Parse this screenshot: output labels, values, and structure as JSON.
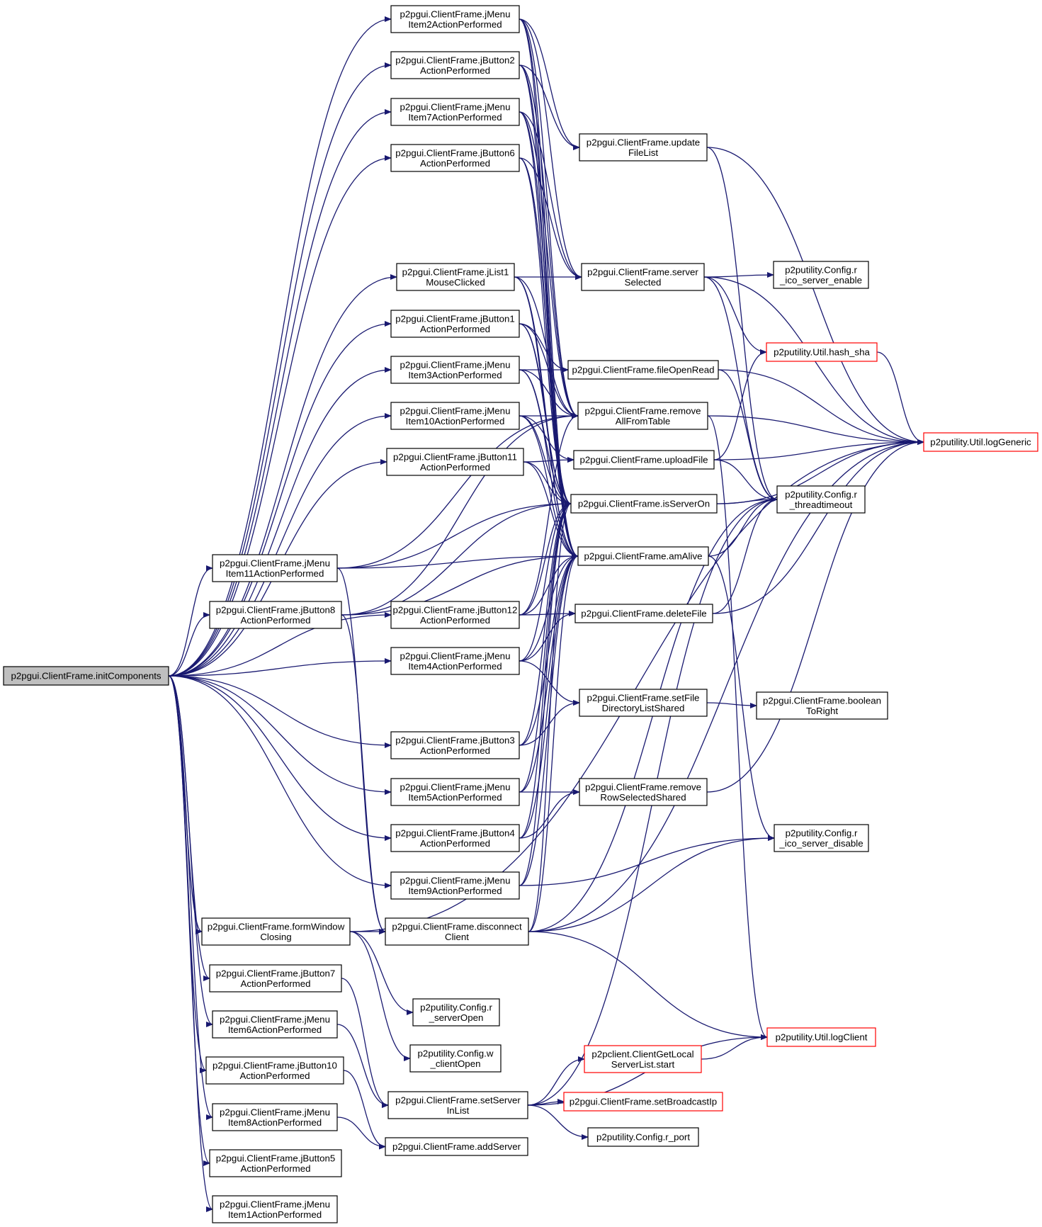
{
  "diagram": {
    "colors": {
      "edge": "#191970",
      "node_border": "#000000",
      "truncated_border": "#ff0000",
      "root_fill": "#bfbfbf"
    },
    "nodes": [
      {
        "id": "root",
        "lines": [
          "p2pgui.ClientFrame.initComponents"
        ],
        "kind": "root"
      },
      {
        "id": "mi2",
        "lines": [
          "p2pgui.ClientFrame.jMenu",
          "Item2ActionPerformed"
        ]
      },
      {
        "id": "b2",
        "lines": [
          "p2pgui.ClientFrame.jButton2",
          "ActionPerformed"
        ]
      },
      {
        "id": "mi7",
        "lines": [
          "p2pgui.ClientFrame.jMenu",
          "Item7ActionPerformed"
        ]
      },
      {
        "id": "b6",
        "lines": [
          "p2pgui.ClientFrame.jButton6",
          "ActionPerformed"
        ]
      },
      {
        "id": "jl1",
        "lines": [
          "p2pgui.ClientFrame.jList1",
          "MouseClicked"
        ]
      },
      {
        "id": "b1",
        "lines": [
          "p2pgui.ClientFrame.jButton1",
          "ActionPerformed"
        ]
      },
      {
        "id": "mi3",
        "lines": [
          "p2pgui.ClientFrame.jMenu",
          "Item3ActionPerformed"
        ]
      },
      {
        "id": "mi10",
        "lines": [
          "p2pgui.ClientFrame.jMenu",
          "Item10ActionPerformed"
        ]
      },
      {
        "id": "b11",
        "lines": [
          "p2pgui.ClientFrame.jButton11",
          "ActionPerformed"
        ]
      },
      {
        "id": "mi11",
        "lines": [
          "p2pgui.ClientFrame.jMenu",
          "Item11ActionPerformed"
        ]
      },
      {
        "id": "b8",
        "lines": [
          "p2pgui.ClientFrame.jButton8",
          "ActionPerformed"
        ]
      },
      {
        "id": "b12",
        "lines": [
          "p2pgui.ClientFrame.jButton12",
          "ActionPerformed"
        ]
      },
      {
        "id": "mi4",
        "lines": [
          "p2pgui.ClientFrame.jMenu",
          "Item4ActionPerformed"
        ]
      },
      {
        "id": "b3",
        "lines": [
          "p2pgui.ClientFrame.jButton3",
          "ActionPerformed"
        ]
      },
      {
        "id": "mi5",
        "lines": [
          "p2pgui.ClientFrame.jMenu",
          "Item5ActionPerformed"
        ]
      },
      {
        "id": "b4",
        "lines": [
          "p2pgui.ClientFrame.jButton4",
          "ActionPerformed"
        ]
      },
      {
        "id": "mi9",
        "lines": [
          "p2pgui.ClientFrame.jMenu",
          "Item9ActionPerformed"
        ]
      },
      {
        "id": "fwc",
        "lines": [
          "p2pgui.ClientFrame.formWindow",
          "Closing"
        ]
      },
      {
        "id": "dc",
        "lines": [
          "p2pgui.ClientFrame.disconnect",
          "Client"
        ]
      },
      {
        "id": "b7",
        "lines": [
          "p2pgui.ClientFrame.jButton7",
          "ActionPerformed"
        ]
      },
      {
        "id": "mi6",
        "lines": [
          "p2pgui.ClientFrame.jMenu",
          "Item6ActionPerformed"
        ]
      },
      {
        "id": "b10",
        "lines": [
          "p2pgui.ClientFrame.jButton10",
          "ActionPerformed"
        ]
      },
      {
        "id": "mi8",
        "lines": [
          "p2pgui.ClientFrame.jMenu",
          "Item8ActionPerformed"
        ]
      },
      {
        "id": "b5",
        "lines": [
          "p2pgui.ClientFrame.jButton5",
          "ActionPerformed"
        ]
      },
      {
        "id": "mi1",
        "lines": [
          "p2pgui.ClientFrame.jMenu",
          "Item1ActionPerformed"
        ]
      },
      {
        "id": "sopen",
        "lines": [
          "p2putility.Config.r",
          "_serverOpen"
        ]
      },
      {
        "id": "copen",
        "lines": [
          "p2putility.Config.w",
          "_clientOpen"
        ]
      },
      {
        "id": "ssil",
        "lines": [
          "p2pgui.ClientFrame.setServer",
          "InList"
        ]
      },
      {
        "id": "adds",
        "lines": [
          "p2pgui.ClientFrame.addServer"
        ]
      },
      {
        "id": "ufl",
        "lines": [
          "p2pgui.ClientFrame.update",
          "FileList"
        ]
      },
      {
        "id": "ss",
        "lines": [
          "p2pgui.ClientFrame.server",
          "Selected"
        ]
      },
      {
        "id": "for",
        "lines": [
          "p2pgui.ClientFrame.fileOpenRead"
        ]
      },
      {
        "id": "raft",
        "lines": [
          "p2pgui.ClientFrame.remove",
          "AllFromTable"
        ]
      },
      {
        "id": "uf",
        "lines": [
          "p2pgui.ClientFrame.uploadFile"
        ]
      },
      {
        "id": "iso",
        "lines": [
          "p2pgui.ClientFrame.isServerOn"
        ]
      },
      {
        "id": "aa",
        "lines": [
          "p2pgui.ClientFrame.amAlive"
        ]
      },
      {
        "id": "df",
        "lines": [
          "p2pgui.ClientFrame.deleteFile"
        ]
      },
      {
        "id": "sfdl",
        "lines": [
          "p2pgui.ClientFrame.setFile",
          "DirectoryListShared"
        ]
      },
      {
        "id": "rrs",
        "lines": [
          "p2pgui.ClientFrame.remove",
          "RowSelectedShared"
        ]
      },
      {
        "id": "cgl",
        "lines": [
          "p2pclient.ClientGetLocal",
          "ServerList.start"
        ],
        "kind": "red"
      },
      {
        "id": "sbip",
        "lines": [
          "p2pgui.ClientFrame.setBroadcastIp"
        ],
        "kind": "red"
      },
      {
        "id": "rport",
        "lines": [
          "p2putility.Config.r_port"
        ]
      },
      {
        "id": "rise",
        "lines": [
          "p2putility.Config.r",
          "_ico_server_enable"
        ]
      },
      {
        "id": "hsha",
        "lines": [
          "p2putility.Util.hash_sha"
        ],
        "kind": "red"
      },
      {
        "id": "rtt",
        "lines": [
          "p2putility.Config.r",
          "_threadtimeout"
        ]
      },
      {
        "id": "btr",
        "lines": [
          "p2pgui.ClientFrame.boolean",
          "ToRight"
        ]
      },
      {
        "id": "risd",
        "lines": [
          "p2putility.Config.r",
          "_ico_server_disable"
        ]
      },
      {
        "id": "lgen",
        "lines": [
          "p2putility.Util.logGeneric"
        ],
        "kind": "red"
      },
      {
        "id": "lcl",
        "lines": [
          "p2putility.Util.logClient"
        ],
        "kind": "red"
      }
    ]
  }
}
